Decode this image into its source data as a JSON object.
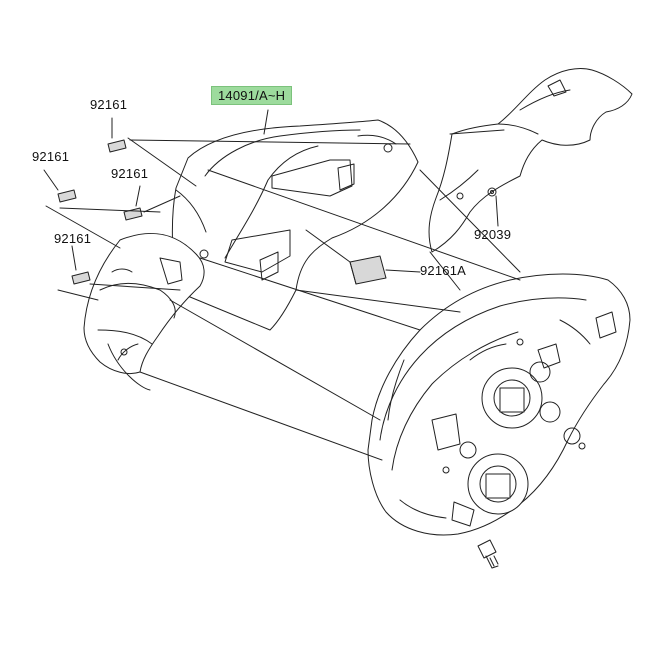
{
  "colors": {
    "label_highlight": "#9ddb9d",
    "line": "#222222",
    "part_fill": "#ffffff",
    "grommet_fill": "#d8d8d8"
  },
  "labels": {
    "cowl": "14091/A~H",
    "grommet_1": "92161",
    "grommet_2": "92161",
    "grommet_3": "92161",
    "grommet_4": "92161",
    "grommet_large": "92161A",
    "screw": "92039"
  }
}
